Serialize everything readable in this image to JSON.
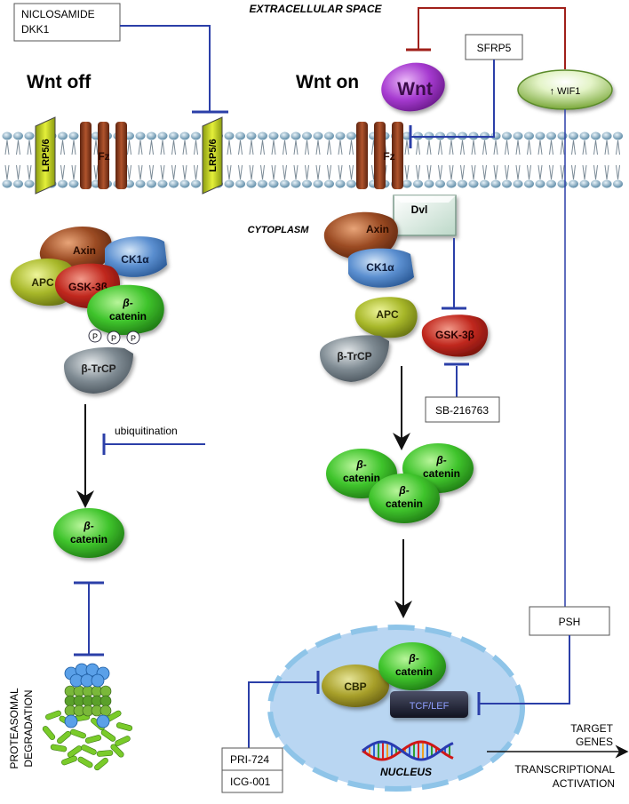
{
  "regions": {
    "extracellular": "EXTRACELLULAR SPACE",
    "cytoplasm": "CYTOPLASM",
    "nucleus": "NUCLEUS"
  },
  "states": {
    "off": "Wnt off",
    "on": "Wnt on"
  },
  "boxes": {
    "niclosamide": "NICLOSAMIDE",
    "dkk1": "DKK1",
    "sfrp5": "SFRP5",
    "sb": "SB-216763",
    "psh": "PSH",
    "pri724": "PRI-724",
    "icg001": "ICG-001"
  },
  "proteins": {
    "lrp": "LRP5/6",
    "fz": "Fz",
    "wnt": "Wnt",
    "wif1": "↑ WIF1",
    "axin": "Axin",
    "ck1a": "CK1α",
    "apc": "APC",
    "gsk3b": "GSK-3β",
    "bcat_line1": "β-",
    "bcat_line2": "catenin",
    "btrcp": "β-TrCP",
    "dvl": "Dvl",
    "cbp": "CBP",
    "tcf": "TCF/LEF",
    "phos": "P"
  },
  "annotations": {
    "ubiquitination": "ubiquitination",
    "proteasomal1": "PROTEASOMAL",
    "proteasomal2": "DEGRADATION",
    "target1": "TARGET",
    "target2": "GENES",
    "transcriptional1": "TRANSCRIPTIONAL",
    "transcriptional2": "ACTIVATION"
  },
  "colors": {
    "inhibit_blue": "#2b3fa8",
    "inhibit_red": "#a0201a",
    "membrane_bead": "#8fb3cc",
    "fz": "#8a3a1e",
    "lrp": "#c8d42a",
    "bcat": "#3fc42c",
    "gsk": "#c0281e",
    "ck1": "#5b8fd0",
    "axin": "#9a4a22",
    "apc": "#a8b82a",
    "btrcp": "#7e8a92",
    "wnt": "#a63ad0",
    "nucleus": "#b9d6f2"
  }
}
